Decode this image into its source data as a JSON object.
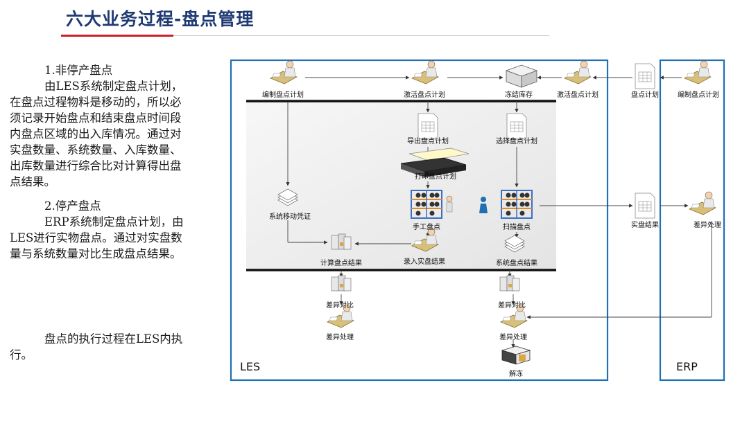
{
  "header": {
    "title": "六大业务过程-盘点管理"
  },
  "left_text": {
    "s1_heading": "1.非停产盘点",
    "s1_lines": [
      "由LES系统制定盘点计划，",
      "在盘点过程物料是移动的，所以必",
      "须记录开始盘点和结束盘点时间段",
      "内盘点区域的出入库情况。通过对",
      "实盘数量、系统数量、入库数量、",
      "出库数量进行综合比对计算得出盘",
      "点结果。"
    ],
    "s2_heading": "2.停产盘点",
    "s2_lines": [
      "ERP系统制定盘点计划，由",
      "LES进行实物盘点。通过对实盘数",
      "量与系统数量对比生成盘点结果。"
    ],
    "s3_lines": [
      "盘点的执行过程在LES内执",
      "行。"
    ]
  },
  "diagram": {
    "zones": {
      "les": "LES",
      "erp": "ERP"
    },
    "nodes": {
      "edit_plan_les": "编制盘点计划",
      "activate_plan_1": "激活盘点计划",
      "freeze_stock": "冻结库存",
      "activate_plan_2": "激活盘点计划",
      "plan_erp": "盘点计划",
      "edit_plan_erp": "编制盘点计划",
      "export_plan": "导出盘点计划",
      "select_plan": "选择盘点计划",
      "print_plan": "打印盘点计划",
      "move_voucher": "系统移动凭证",
      "manual_count": "手工盘点",
      "scan_count": "扫描盘点",
      "actual_result": "实盘结果",
      "diff_process_erp": "差异处理",
      "calc_result": "计算盘点结果",
      "enter_actual": "录入实盘结果",
      "system_result": "系统盘点结果",
      "diff_compare_1": "差异对比",
      "diff_compare_2": "差异对比",
      "diff_process_1": "差异处理",
      "diff_process_2": "差异处理",
      "unfreeze": "解冻"
    }
  },
  "colors": {
    "title": "#1f3a73",
    "accent_red": "#c8202a",
    "frame_blue": "#1f6fb2"
  }
}
